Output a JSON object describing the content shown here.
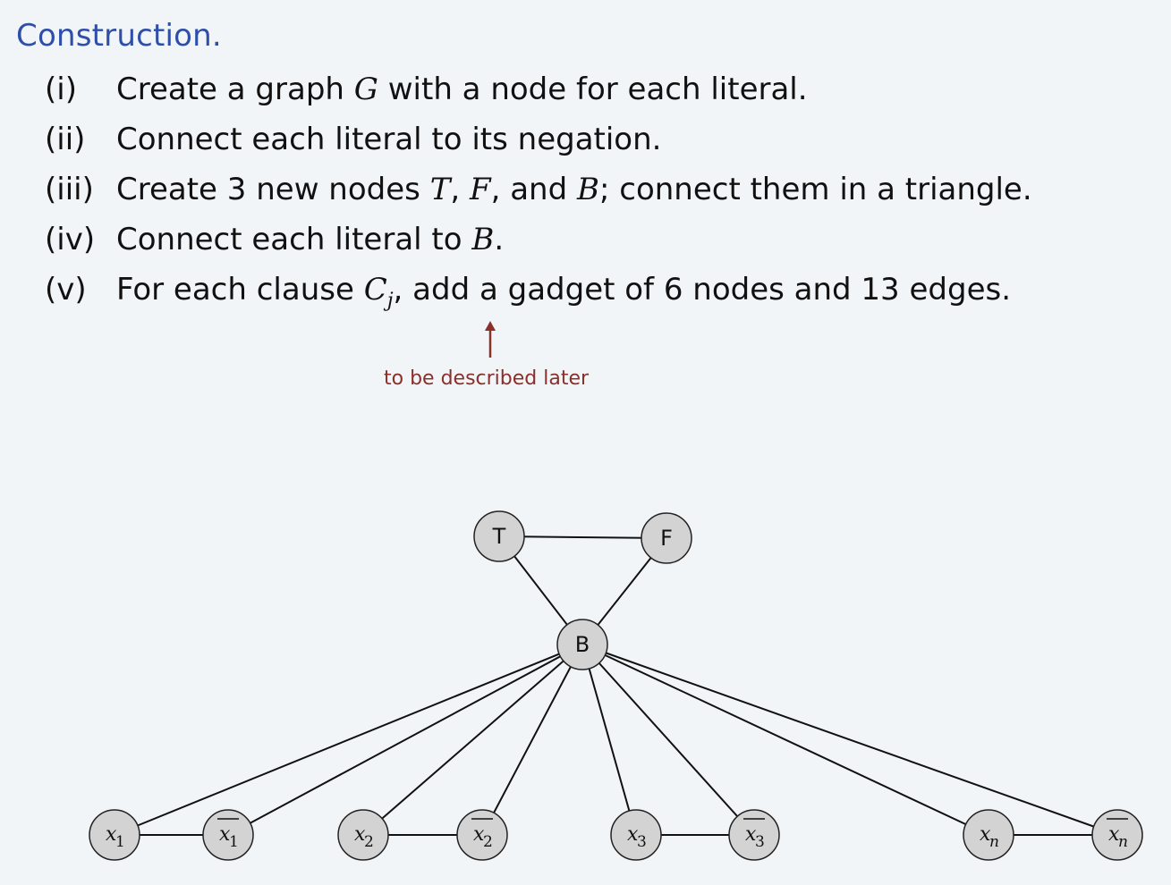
{
  "heading": "Construction.",
  "steps": [
    {
      "num": "(i)",
      "pre": "Create a graph ",
      "math": "G",
      "post": " with a node for each literal."
    },
    {
      "num": "(ii)",
      "text": "Connect each literal to its negation."
    },
    {
      "num": "(iii)",
      "pre": "Create 3 new nodes ",
      "m1": "T",
      "s1": ", ",
      "m2": "F",
      "s2": ", and ",
      "m3": "B",
      "post": "; connect them in a triangle."
    },
    {
      "num": "(iv)",
      "pre": "Connect each literal to ",
      "math": "B",
      "post": "."
    },
    {
      "num": "(v)",
      "pre": "For each clause ",
      "math": "C",
      "sub": "j",
      "post": ", add a gadget of 6 nodes and 13 edges."
    }
  ],
  "annotation": "to be described later",
  "colors": {
    "heading": "#2f4ea8",
    "annotation": "#8a2f2a",
    "node_fill": "#d3d3d3",
    "background": "#f2f5f8"
  },
  "graph": {
    "nodes": {
      "T": "T",
      "F": "F",
      "B": "B"
    },
    "literals": [
      {
        "base": "x",
        "sub": "1",
        "negated": false
      },
      {
        "base": "x",
        "sub": "1",
        "negated": true
      },
      {
        "base": "x",
        "sub": "2",
        "negated": false
      },
      {
        "base": "x",
        "sub": "2",
        "negated": true
      },
      {
        "base": "x",
        "sub": "3",
        "negated": false
      },
      {
        "base": "x",
        "sub": "3",
        "negated": true
      },
      {
        "base": "x",
        "sub": "n",
        "negated": false
      },
      {
        "base": "x",
        "sub": "n",
        "negated": true
      }
    ]
  }
}
